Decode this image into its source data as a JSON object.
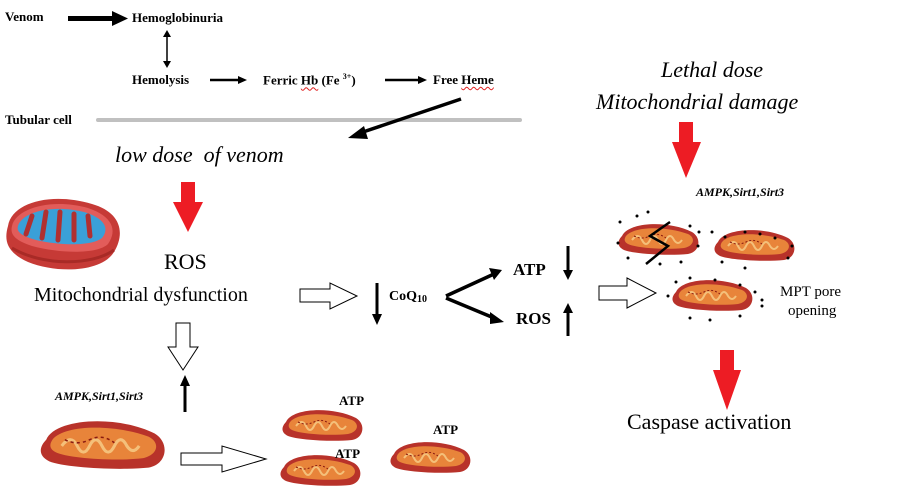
{
  "top_pathway": {
    "venom": "Venom",
    "hemoglobinuria": "Hemoglobinuria",
    "hemolysis": "Hemolysis",
    "ferric_hb_prefix": "Ferric ",
    "ferric_hb_hb": "Hb",
    "ferric_hb_fe": " (Fe ",
    "ferric_hb_sup": "3+",
    "ferric_hb_close": ")",
    "free": "Free ",
    "heme": "Heme",
    "tubular_cell": "Tubular cell"
  },
  "low_dose": {
    "title": "low dose  of venom",
    "ros": "ROS",
    "mito_dysfunction": "Mitochondrial dysfunction",
    "coq_base": "CoQ",
    "coq_sub": "10",
    "atp": "ATP",
    "ros_small": "ROS",
    "ampk": "AMPK,Sirt1,Sirt3",
    "atp_labels": [
      "ATP",
      "ATP",
      "ATP"
    ]
  },
  "lethal_dose": {
    "line1": "Lethal dose",
    "line2": "Mitochondrial damage",
    "ampk": "AMPK,Sirt1,Sirt3",
    "mpt_line1": "MPT pore",
    "mpt_line2": "opening",
    "caspase": "Caspase activation"
  },
  "colors": {
    "red_arrow": "#ed1c24",
    "tubular_line": "#c0c0c0",
    "mito_outer": "#b8322a",
    "mito_inner": "#e8843a",
    "mito_matrix": "#3aa0d8"
  }
}
